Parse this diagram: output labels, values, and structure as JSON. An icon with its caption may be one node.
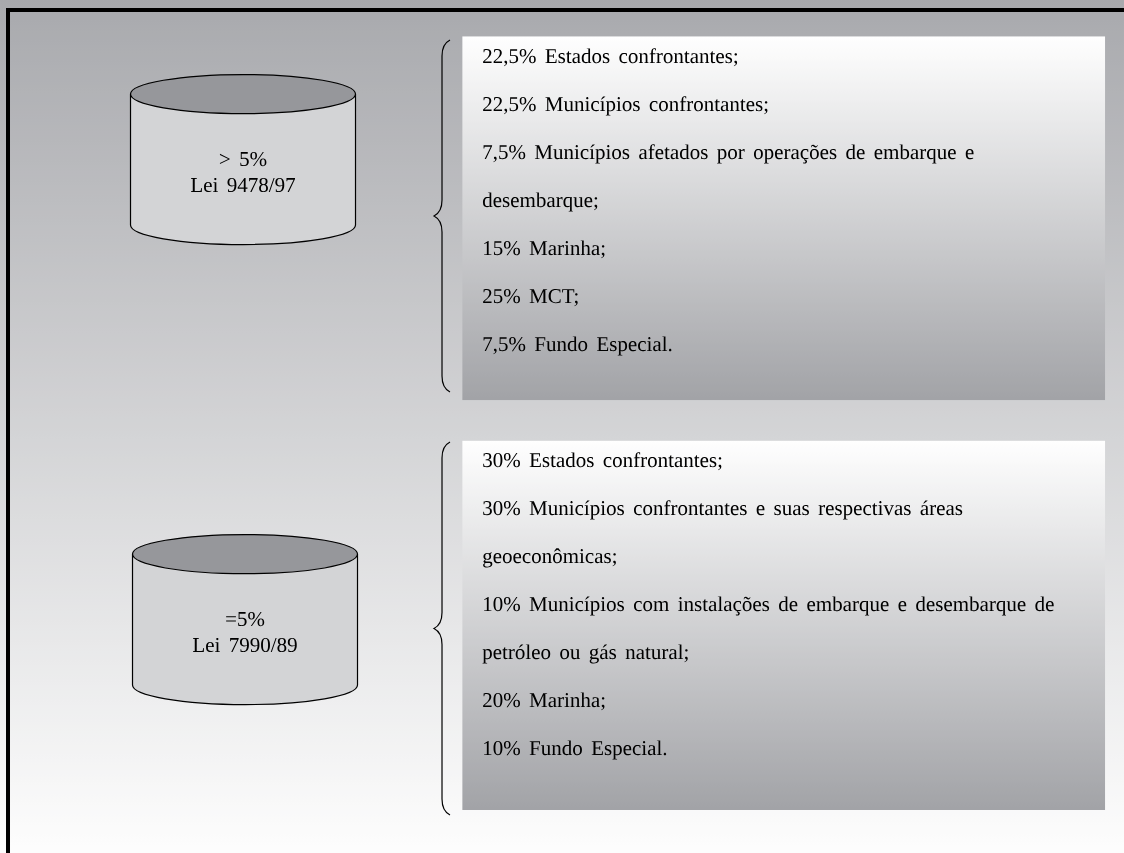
{
  "diagram": {
    "nodes": [
      {
        "text": [
          "> 5%",
          "Lei 9478/97"
        ]
      },
      {
        "text": [
          "22,5% Estados confrontantes;",
          "22,5% Municípios confrontantes;",
          "7,5% Municípios afetados por operações de embarque e desembarque;",
          "15% Marinha;",
          "25% MCT;",
          "7,5% Fundo Especial."
        ]
      },
      {
        "text": [
          "=5%",
          "Lei 7990/89"
        ]
      },
      {
        "text": [
          "30% Estados confrontantes;",
          "30% Municípios confrontantes e suas respectivas áreas geoeconômicas;",
          "10% Municípios com instalações de embarque e desembarque de petróleo ou gás natural;",
          "20% Marinha;",
          "10% Fundo Especial."
        ]
      }
    ]
  }
}
